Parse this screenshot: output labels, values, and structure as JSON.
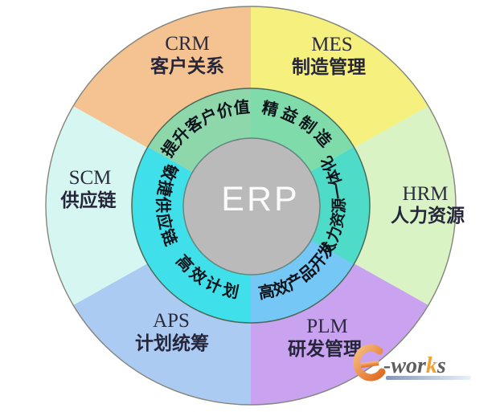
{
  "diagram": {
    "center_label": "ERP",
    "sectors": [
      {
        "id": "crm",
        "acronym": "CRM",
        "name": "客户关系",
        "color": "#f4c391",
        "inner_label": "提升客户价值",
        "inner_color": "#8ed7ab"
      },
      {
        "id": "mes",
        "acronym": "MES",
        "name": "制造管理",
        "color": "#f6f07e",
        "inner_label": "精益制造",
        "inner_color": "#7fdcaa"
      },
      {
        "id": "hrm",
        "acronym": "HRM",
        "name": "人力资源",
        "color": "#d9f3c5",
        "inner_label": "人力资源一体化",
        "inner_color": "#4edcc9"
      },
      {
        "id": "plm",
        "acronym": "PLM",
        "name": "研发管理",
        "color": "#c9a2f0",
        "inner_label": "高效产品开发",
        "inner_color": "#75c8f5"
      },
      {
        "id": "aps",
        "acronym": "APS",
        "name": "计划统筹",
        "color": "#abcbf2",
        "inner_label": "高效计划",
        "inner_color": "#3fe0ea"
      },
      {
        "id": "scm",
        "acronym": "SCM",
        "name": "供应链",
        "color": "#d6f6f1",
        "inner_label": "敏捷供应链",
        "inner_color": "#3fe0ea"
      }
    ],
    "center_color": "#bababa",
    "logo": {
      "name": "e-works",
      "part1": "-wor",
      "part2": "k",
      "part3": "s"
    }
  }
}
